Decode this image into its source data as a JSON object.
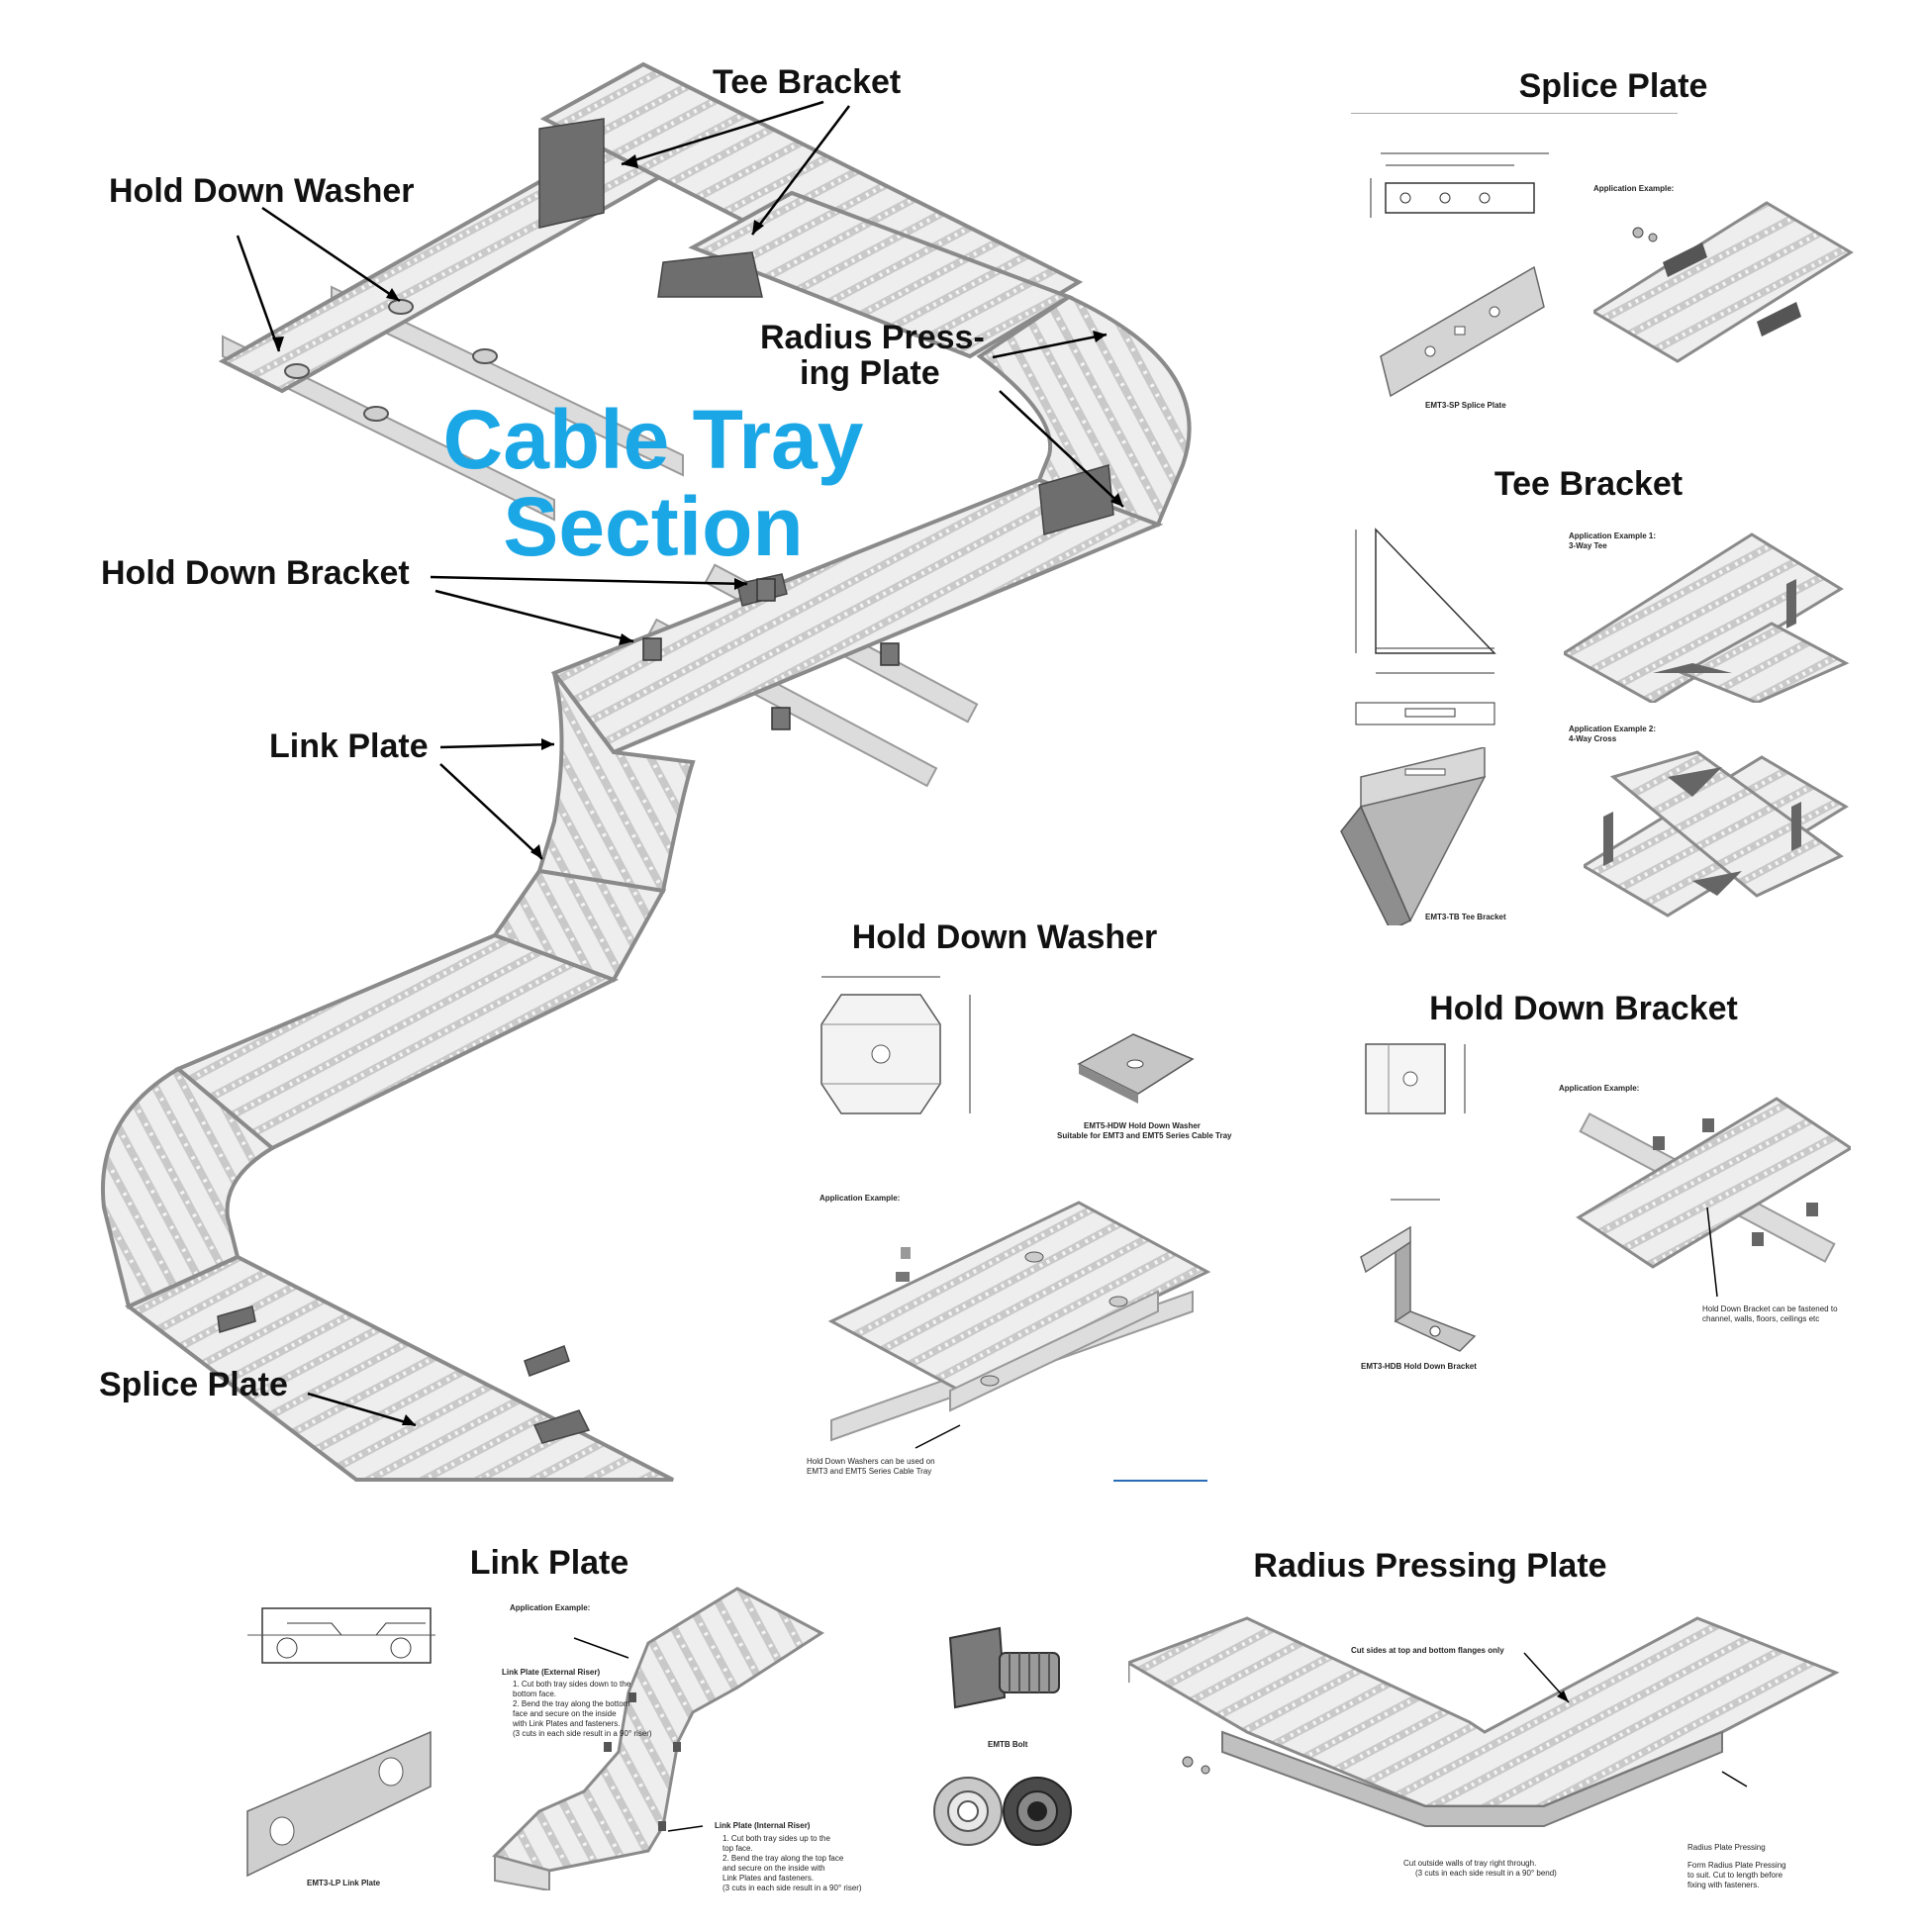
{
  "main_title": {
    "line1": "Cable Tray",
    "line2": "Section"
  },
  "callouts": {
    "tee_bracket": "Tee Bracket",
    "hold_down_washer": "Hold Down Washer",
    "radius_pressing_plate_1": "Radius Press-",
    "radius_pressing_plate_2": "ing Plate",
    "hold_down_bracket": "Hold Down Bracket",
    "link_plate": "Link Plate",
    "splice_plate": "Splice Plate"
  },
  "panels": {
    "splice_plate": {
      "heading": "Splice Plate",
      "application": "Application Example:",
      "caption": "EMT3-SP Splice Plate"
    },
    "tee_bracket": {
      "heading": "Tee Bracket",
      "example1_line1": "Application Example 1:",
      "example1_line2": "3-Way Tee",
      "example2_line1": "Application Example 2:",
      "example2_line2": "4-Way Cross",
      "caption": "EMT3-TB Tee Bracket"
    },
    "hold_down_washer": {
      "heading": "Hold Down Washer",
      "caption_line1": "EMT5-HDW Hold Down Washer",
      "caption_line2": "Suitable for EMT3 and EMT5 Series Cable Tray",
      "application": "Application Example:",
      "note_line1": "Hold Down Washers can be used on",
      "note_line2": "EMT3 and EMT5 Series Cable Tray"
    },
    "hold_down_bracket": {
      "heading": "Hold Down Bracket",
      "application": "Application Example:",
      "caption": "EMT3-HDB Hold Down Bracket",
      "note_line1": "Hold Down Bracket can be fastened to",
      "note_line2": "channel, walls, floors, ceilings etc"
    },
    "link_plate": {
      "heading": "Link Plate",
      "application": "Application Example:",
      "caption": "EMT3-LP Link Plate",
      "external_title": "Link Plate (External Riser)",
      "external_steps": [
        "1. Cut both tray sides down to the",
        "   bottom face.",
        "2. Bend the tray along the bottom",
        "   face and secure on the inside",
        "   with Link Plates and fasteners.",
        "(3 cuts in each side result in a 90° riser)"
      ],
      "internal_title": "Link Plate (Internal Riser)",
      "internal_steps": [
        "1. Cut both tray sides up to the",
        "   top face.",
        "2. Bend the tray along the top face",
        "   and secure on the inside with",
        "   Link Plates and fasteners.",
        "(3 cuts in each side result in a 90° riser)"
      ]
    },
    "bolt": {
      "caption": "EMTB Bolt"
    },
    "radius_pressing_plate": {
      "heading": "Radius Pressing Plate",
      "cut_note": "Cut sides at top and bottom flanges only",
      "cut_outside_line1": "Cut outside walls of tray right through.",
      "cut_outside_line2": "(3 cuts in each side result in a 90° bend)",
      "pressing_title": "Radius Plate Pressing",
      "pressing_line1": "Form Radius Plate Pressing",
      "pressing_line2": "to suit. Cut to length before",
      "pressing_line3": "fixing with fasteners."
    }
  },
  "colors": {
    "title": "#1ba7e6",
    "tray_fill": "#e6e6e6",
    "tray_edge": "#8a8a8a",
    "rung": "#bdbdbd",
    "plate": "#6e6e6e"
  }
}
